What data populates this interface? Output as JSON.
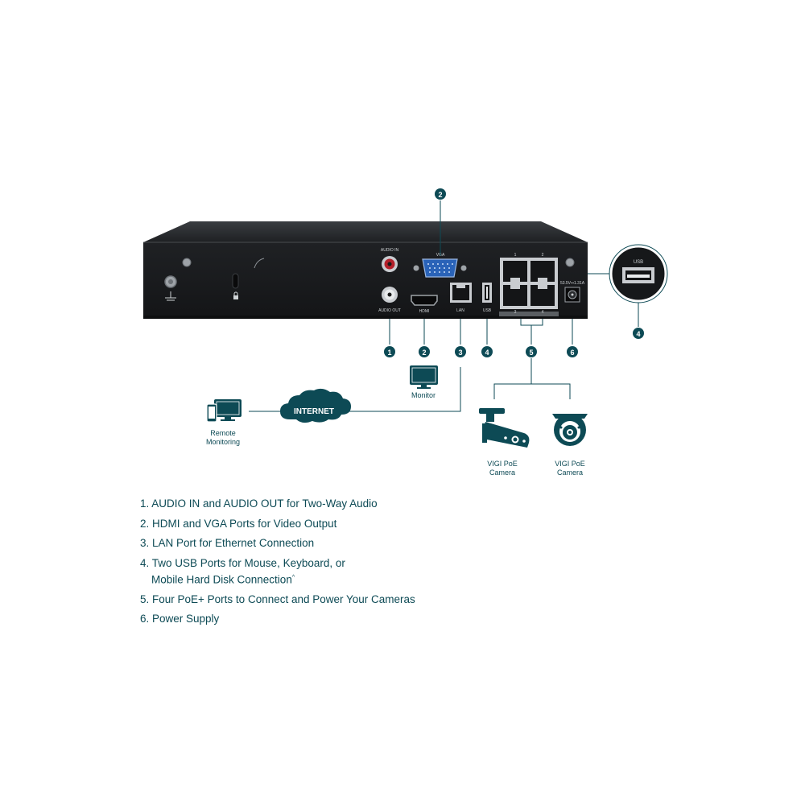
{
  "device": {
    "port_labels": {
      "audio_in": "AUDIO IN",
      "audio_out": "AUDIO OUT",
      "vga": "VGA",
      "hdmi": "HDMI",
      "lan": "LAN",
      "usb": "USB",
      "poe_1": "1",
      "poe_2": "2",
      "poe_3": "3",
      "poe_4": "4",
      "power": "53.5V⎓1.31A"
    },
    "usb_zoom_label": "USB"
  },
  "callouts": [
    "1",
    "2",
    "3",
    "4",
    "5",
    "6"
  ],
  "diagram": {
    "monitor": "Monitor",
    "internet": "INTERNET",
    "remote_line1": "Remote",
    "remote_line2": "Monitoring",
    "camera1_line1": "VIGI PoE",
    "camera1_line2": "Camera",
    "camera2_line1": "VIGI PoE",
    "camera2_line2": "Camera"
  },
  "features": [
    "1. AUDIO IN and AUDIO OUT for Two-Way Audio",
    "2. HDMI and VGA Ports for Video Output",
    "3. LAN Port for Ethernet Connection",
    "4. Two USB Ports for Mouse, Keyboard, or",
    "Mobile Hard Disk Connection",
    "5. Four PoE+ Ports to Connect and Power Your Cameras",
    "6. Power Supply"
  ],
  "features_footnote_mark": "^",
  "colors": {
    "accent": "#0d4a55",
    "device_body": "#1b1d1f",
    "device_top": "#2a2c2f",
    "background": "#ffffff"
  },
  "icons": [
    "ground-icon",
    "lock-icon",
    "monitor-icon",
    "cloud-icon",
    "remote-devices-icon",
    "bullet-camera-icon",
    "dome-camera-icon"
  ]
}
